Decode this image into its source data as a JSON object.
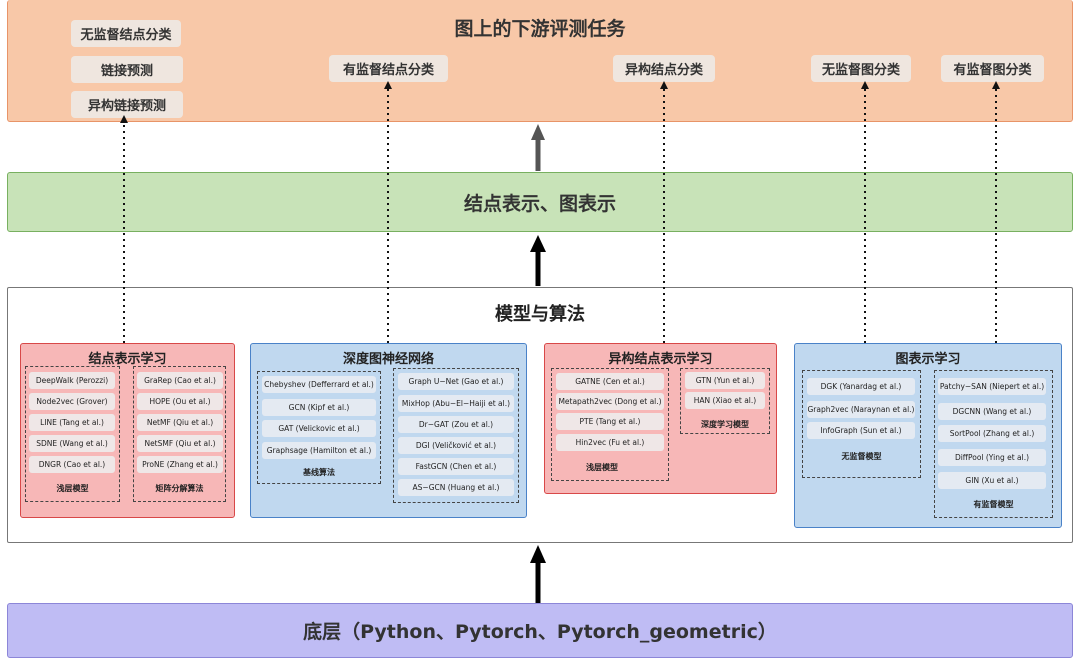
{
  "tasks": {
    "title": "图上的下游评测任务",
    "chips": [
      "无监督结点分类",
      "链接预测",
      "异构链接预测",
      "有监督结点分类",
      "异构结点分类",
      "无监督图分类",
      "有监督图分类"
    ]
  },
  "embedding": {
    "label": "结点表示、图表示"
  },
  "models": {
    "title": "模型与算法",
    "node_repr": {
      "title": "结点表示学习",
      "shallow_items": [
        "DeepWalk (Perozzi)",
        "Node2vec (Grover)",
        "LINE (Tang et al.)",
        "SDNE (Wang et al.)",
        "DNGR (Cao et al.)"
      ],
      "shallow_label": "浅层模型",
      "matrix_items": [
        "GraRep (Cao et al.)",
        "HOPE (Ou et al.)",
        "NetMF (Qiu et al.)",
        "NetSMF (Qiu et al.)",
        "ProNE (Zhang et al.)"
      ],
      "matrix_label": "矩阵分解算法"
    },
    "gnn": {
      "title": "深度图神经网络",
      "baseline_items": [
        "Chebyshev (Defferrard et al.)",
        "GCN (Kipf et al.)",
        "GAT (Velickovic et al.)",
        "Graphsage (Hamilton et al.)"
      ],
      "baseline_label": "基线算法",
      "other_items": [
        "Graph U−Net (Gao et al.)",
        "MixHop (Abu−El−Haiji et al.)",
        "Dr−GAT (Zou et al.)",
        "DGI (Veličković et al.)",
        "FastGCN (Chen et al.)",
        "AS−GCN (Huang et al.)"
      ]
    },
    "hetero": {
      "title": "异构结点表示学习",
      "shallow_items": [
        "GATNE (Cen et al.)",
        "Metapath2vec (Dong et al.)",
        "PTE (Tang et al.)",
        "Hin2vec (Fu et al.)"
      ],
      "shallow_label": "浅层模型",
      "deep_items": [
        "GTN (Yun et al.)",
        "HAN (Xiao et al.)"
      ],
      "deep_label": "深度学习模型"
    },
    "graph_repr": {
      "title": "图表示学习",
      "unsup_items": [
        "DGK (Yanardag et al.)",
        "Graph2vec (Naraynan et al.)",
        "InfoGraph (Sun et al.)"
      ],
      "unsup_label": "无监督模型",
      "sup_items": [
        "Patchy−SAN (Niepert et al.)",
        "DGCNN (Wang et al.)",
        "SortPool (Zhang et al.)",
        "DiffPool (Ying et al.)",
        "GIN (Xu et al.)"
      ],
      "sup_label": "有监督模型"
    }
  },
  "base": {
    "label": "底层（Python、Pytorch、Pytorch_geometric）"
  },
  "colors": {
    "tasks_fill": "#f8c8a8",
    "embedding_fill": "#c8e3b8",
    "base_fill": "#bfbcf4",
    "red_category": "#f7b7b7",
    "blue_category": "#c0d8ef"
  }
}
